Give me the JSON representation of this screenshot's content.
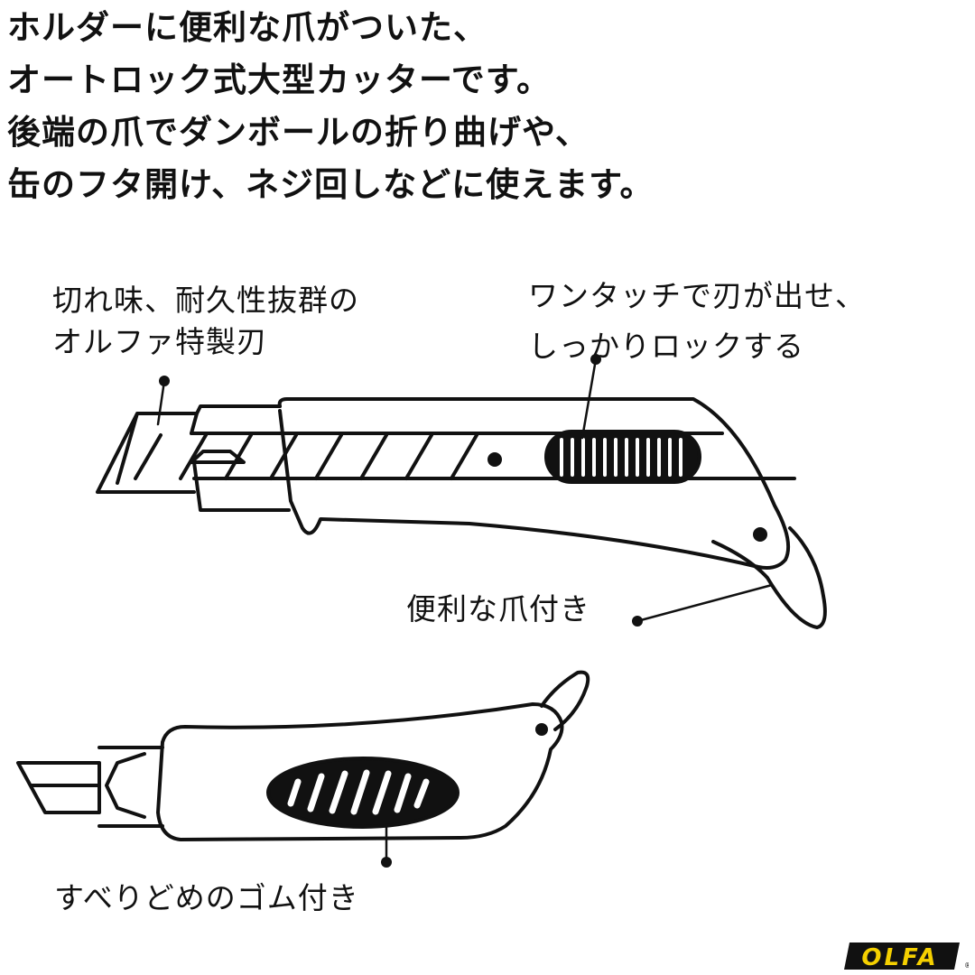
{
  "headline": {
    "lines": [
      "ホルダーに便利な爪がついた、",
      "オートロック式大型カッターです。",
      "後端の爪でダンボールの折り曲げや、",
      "缶のフタ開け、ネジ回しなどに使えます。"
    ]
  },
  "callouts": {
    "blade": [
      "切れ味、耐久性抜群の",
      "オルファ特製刃"
    ],
    "slider": [
      "ワンタッチで刃が出せ、",
      "しっかりロックする"
    ],
    "claw": "便利な爪付き",
    "grip": "すべりどめのゴム付き"
  },
  "logo": {
    "text": "OLFA",
    "mark": "®",
    "bg": "#111111",
    "fg": "#f5d000"
  }
}
